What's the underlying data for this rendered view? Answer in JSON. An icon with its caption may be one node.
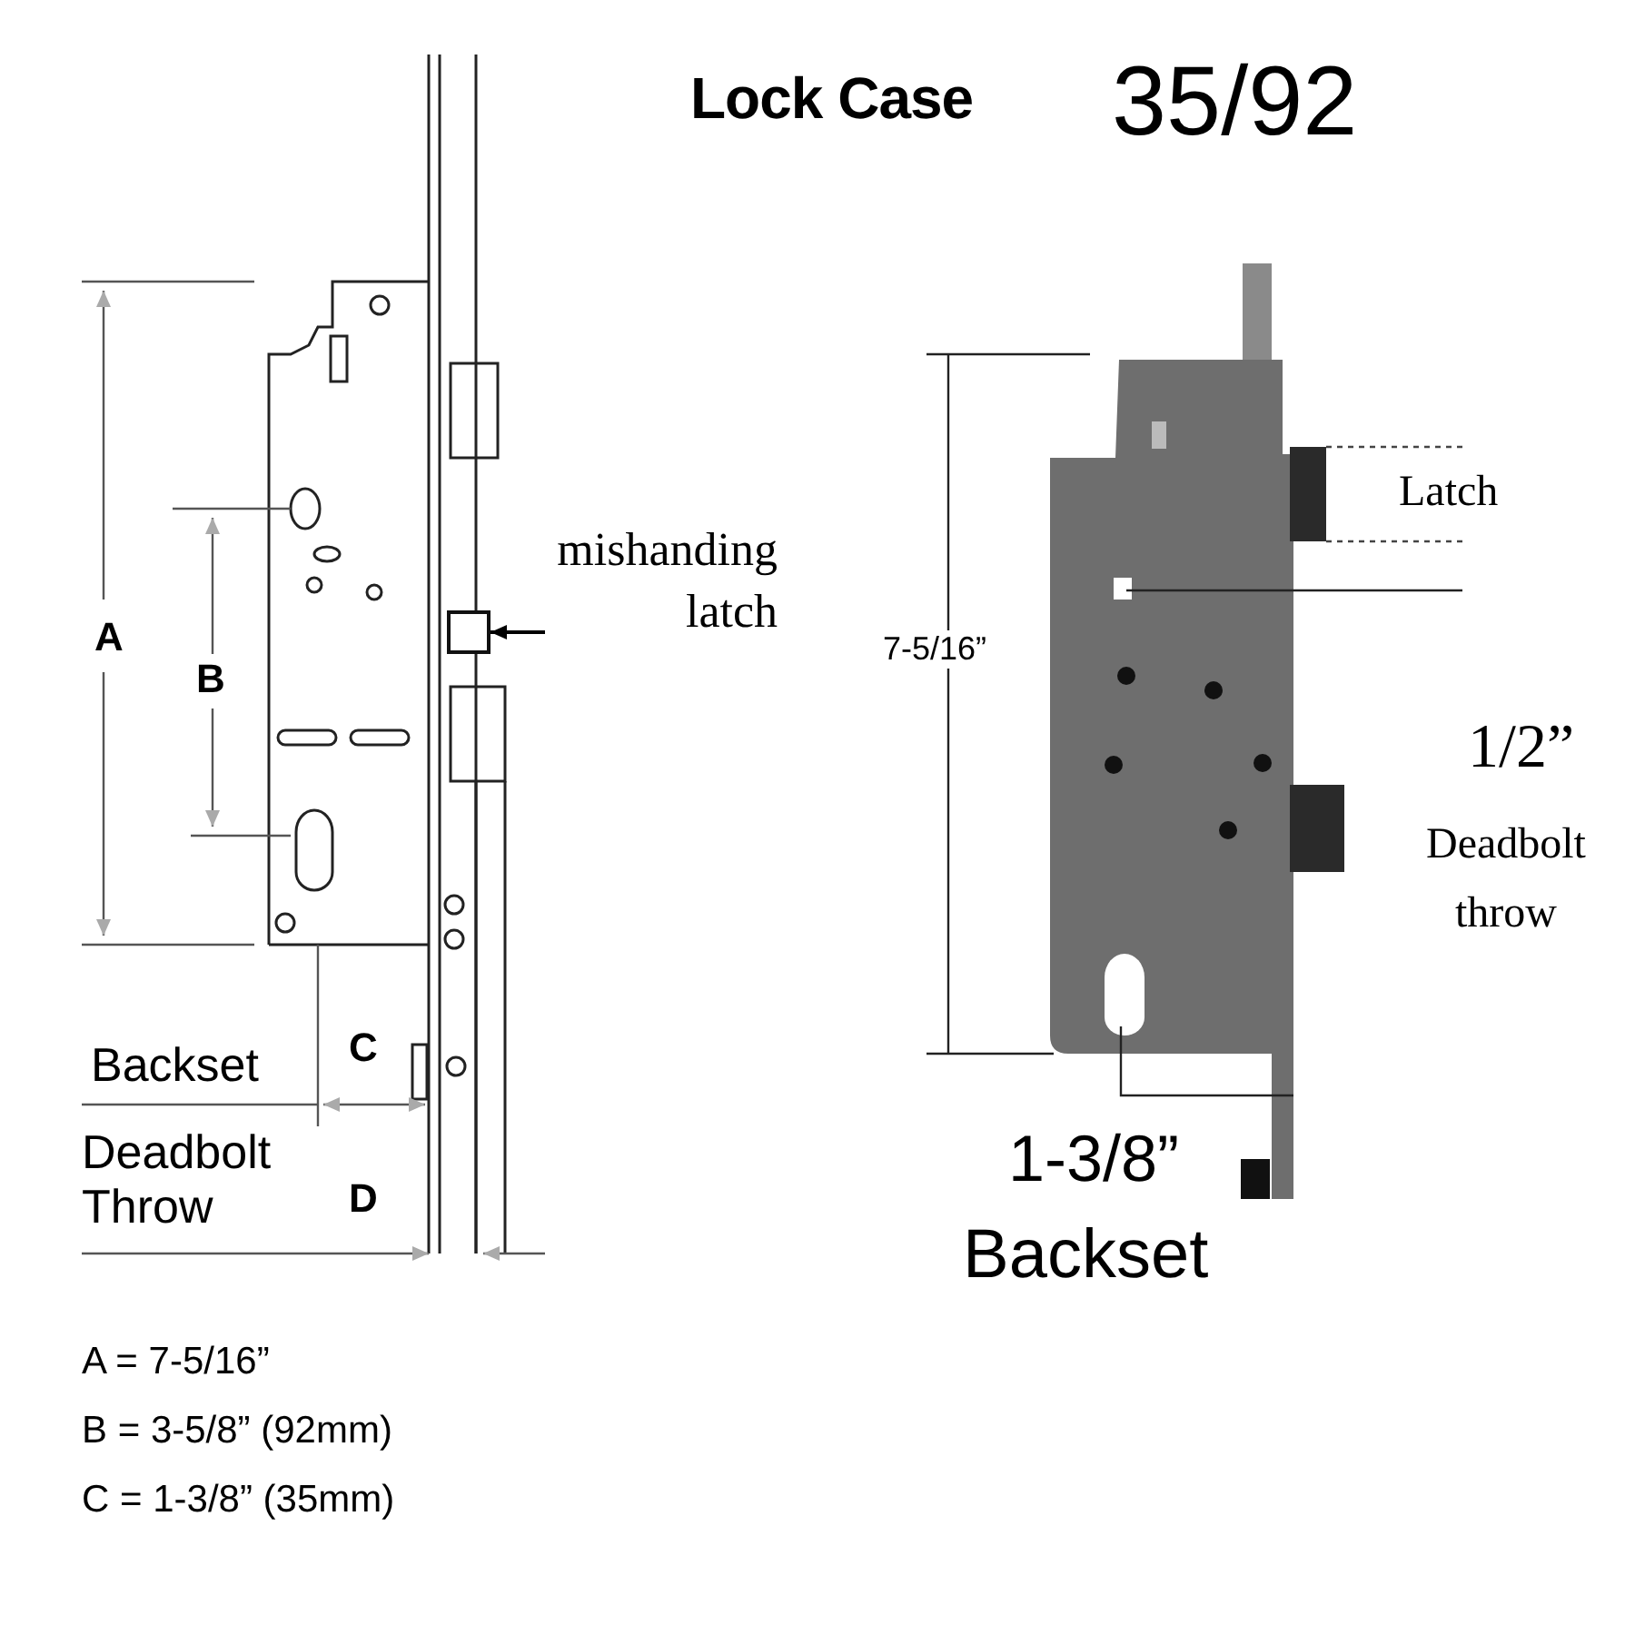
{
  "diagram": {
    "title": "Lock Case",
    "nodes": [
      {
        "text": [
          "mishanding latch"
        ]
      },
      {
        "text": [],
        "shape": "box"
      }
    ],
    "edges": [
      {
        "from": 0,
        "to": 1,
        "arrow": "to"
      }
    ],
    "labels": [
      "35/92",
      "A",
      "B",
      "Backset",
      "C",
      "Deadbolt Throw",
      "D",
      "7-5/16”",
      "Latch",
      "1/2”",
      "Deadbolt throw",
      "1-3/8”",
      "Backset",
      "A = 7-5/16”",
      "B = 3-5/8” (92mm)",
      "C = 1-3/8” (35mm)"
    ]
  }
}
